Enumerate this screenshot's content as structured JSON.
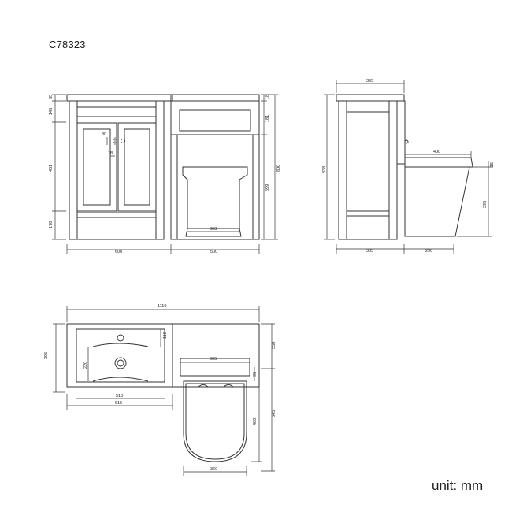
{
  "product_code": "C78323",
  "unit_label": "unit: mm",
  "front_view": {
    "overall_width_vanity": "600",
    "overall_width_toilet": "500",
    "top_thickness": "35",
    "drawer_height": "145",
    "door_height": "481",
    "leg_height": "170",
    "handle_spacing": "80",
    "handle_offset": "18",
    "cistern_top": "18",
    "cistern_panel": "181",
    "toilet_panel_height": "599",
    "total_height": "800",
    "pan_width": "303"
  },
  "side_view": {
    "depth_top": "395",
    "cabinet_depth": "385",
    "pan_projection": "290",
    "pan_length": "400",
    "pan_height": "395",
    "seat_thickness": "15",
    "total_height": "838"
  },
  "top_view": {
    "overall_width": "1110",
    "basin_depth": "395",
    "tap_hole_offset": "115",
    "waste_offset": "220",
    "basin_inner_width": "510",
    "basin_width": "615",
    "cistern_depth": "350",
    "seat_width": "365",
    "hinge_offset": "95",
    "pan_length": "400",
    "pan_total_length": "545",
    "pan_width": "360"
  }
}
